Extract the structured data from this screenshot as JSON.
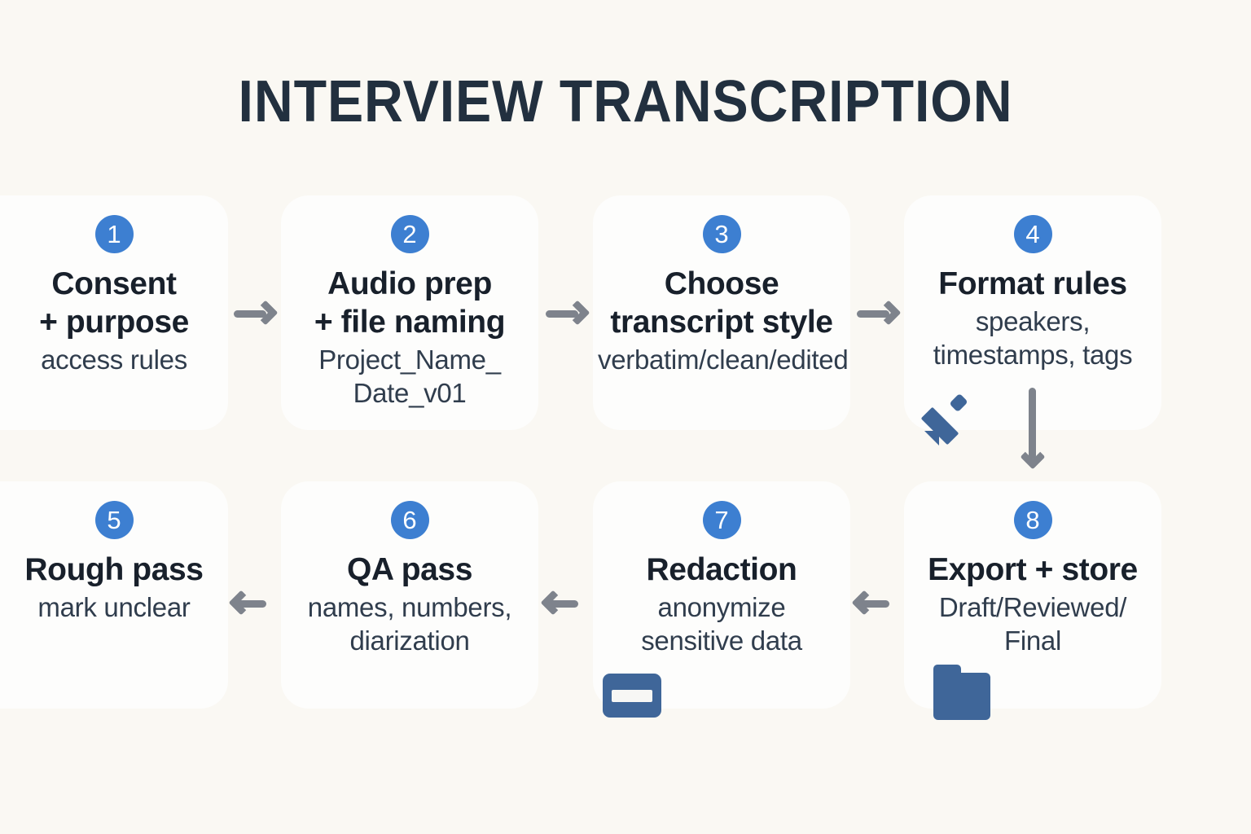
{
  "header": {
    "title": "INTERVIEW TRANSCRIPTION"
  },
  "colors": {
    "background": "#faf8f3",
    "card": "#fdfdfc",
    "badge_blue": "#3d7fd1",
    "icon_blue": "#3f6699",
    "arrow_gray": "#7e838c",
    "title_ink": "#22303f"
  },
  "steps": [
    {
      "number": "1",
      "title": "Consent\n+ purpose",
      "title_line1": "Consent",
      "title_line2": "+ purpose",
      "subtitle": "access rules",
      "icon": "lock-icon"
    },
    {
      "number": "2",
      "title_line1": "Audio prep",
      "title_line2": "+ file naming",
      "subtitle_line1": "Project_Name_",
      "subtitle_line2": "Date_v01",
      "icon": "none"
    },
    {
      "number": "3",
      "title_line1": "Choose",
      "title_line2": "transcript style",
      "subtitle": "verbatim/clean/edited",
      "icon": "none"
    },
    {
      "number": "4",
      "title_line1": "Format rules",
      "subtitle_line1": "speakers,",
      "subtitle_line2": "timestamps, tags",
      "icon": "pencil-icon"
    },
    {
      "number": "5",
      "title_line1": "Rough pass",
      "subtitle": "mark unclear",
      "icon": "document-lines-icon"
    },
    {
      "number": "6",
      "title_line1": "QA pass",
      "subtitle_line1": "names, numbers,",
      "subtitle_line2": "diarization",
      "icon": "none"
    },
    {
      "number": "7",
      "title_line1": "Redaction",
      "subtitle_line1": "anonymize",
      "subtitle_line2": "sensitive data",
      "icon": "redaction-bar-icon"
    },
    {
      "number": "8",
      "title_line1": "Export + store",
      "subtitle_line1": "Draft/Reviewed/",
      "subtitle_line2": "Final",
      "icon": "folder-icon"
    }
  ],
  "connectors": [
    {
      "name": "arrow-1-to-2",
      "direction": "right"
    },
    {
      "name": "arrow-2-to-3",
      "direction": "right"
    },
    {
      "name": "arrow-3-to-4",
      "direction": "right"
    },
    {
      "name": "arrow-4-to-8",
      "direction": "down"
    },
    {
      "name": "arrow-8-to-7",
      "direction": "left"
    },
    {
      "name": "arrow-7-to-6",
      "direction": "left"
    },
    {
      "name": "arrow-6-to-5",
      "direction": "left"
    }
  ]
}
